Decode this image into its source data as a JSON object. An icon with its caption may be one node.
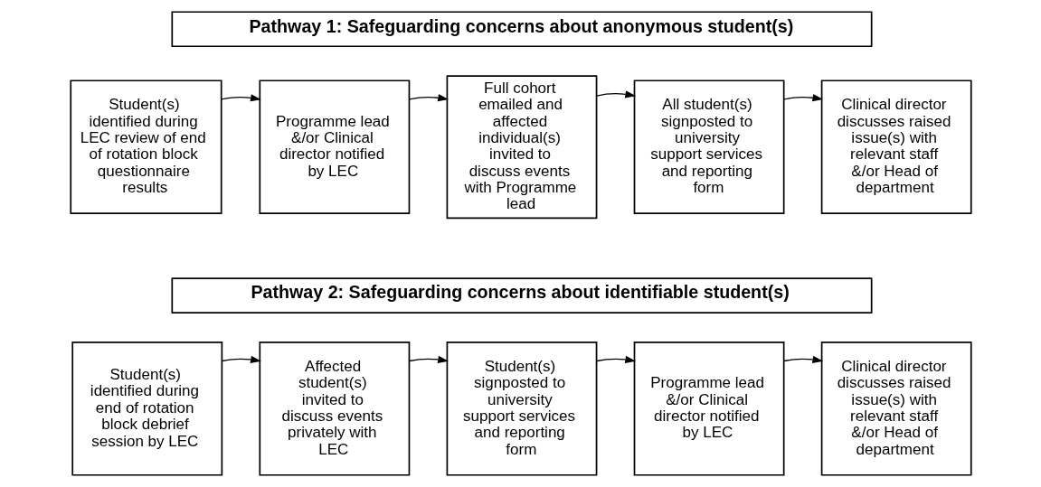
{
  "diagram": {
    "nodes": [
      {
        "text": [
          "Pathway 1: Safeguarding concerns about anonymous student(s)"
        ]
      },
      {
        "text": [
          "Student(s) identified during LEC review of end of rotation block questionnaire results"
        ]
      },
      {
        "text": [
          "Programme lead &/or Clinical director notified by LEC"
        ]
      },
      {
        "text": [
          "Full cohort emailed and affected individual(s) invited to discuss events with Programme lead"
        ]
      },
      {
        "text": [
          "All student(s) signposted to university support services and reporting form"
        ]
      },
      {
        "text": [
          "Clinical director discusses raised issue(s) with relevant staff &/or Head of department"
        ]
      },
      {
        "text": [
          "Pathway 2: Safeguarding concerns about identifiable student(s)"
        ]
      },
      {
        "text": [
          "Student(s) identified during end of rotation block debrief session by LEC"
        ]
      },
      {
        "text": [
          "Affected student(s) invited to discuss events privately with LEC"
        ]
      },
      {
        "text": [
          "Student(s) signposted to university support services and reporting form"
        ]
      },
      {
        "text": [
          "Programme lead &/or Clinical director notified by LEC"
        ]
      },
      {
        "text": [
          "Clinical director discusses raised issue(s) with relevant staff &/or Head of department"
        ]
      }
    ],
    "edges": [
      {
        "from": 1,
        "to": 2,
        "arrow": "to"
      },
      {
        "from": 2,
        "to": 3,
        "arrow": "to"
      },
      {
        "from": 3,
        "to": 4,
        "arrow": "to"
      },
      {
        "from": 4,
        "to": 5,
        "arrow": "to"
      },
      {
        "from": 7,
        "to": 8,
        "arrow": "to"
      },
      {
        "from": 8,
        "to": 9,
        "arrow": "to"
      },
      {
        "from": 9,
        "to": 10,
        "arrow": "to"
      },
      {
        "from": 10,
        "to": 11,
        "arrow": "to"
      }
    ]
  }
}
